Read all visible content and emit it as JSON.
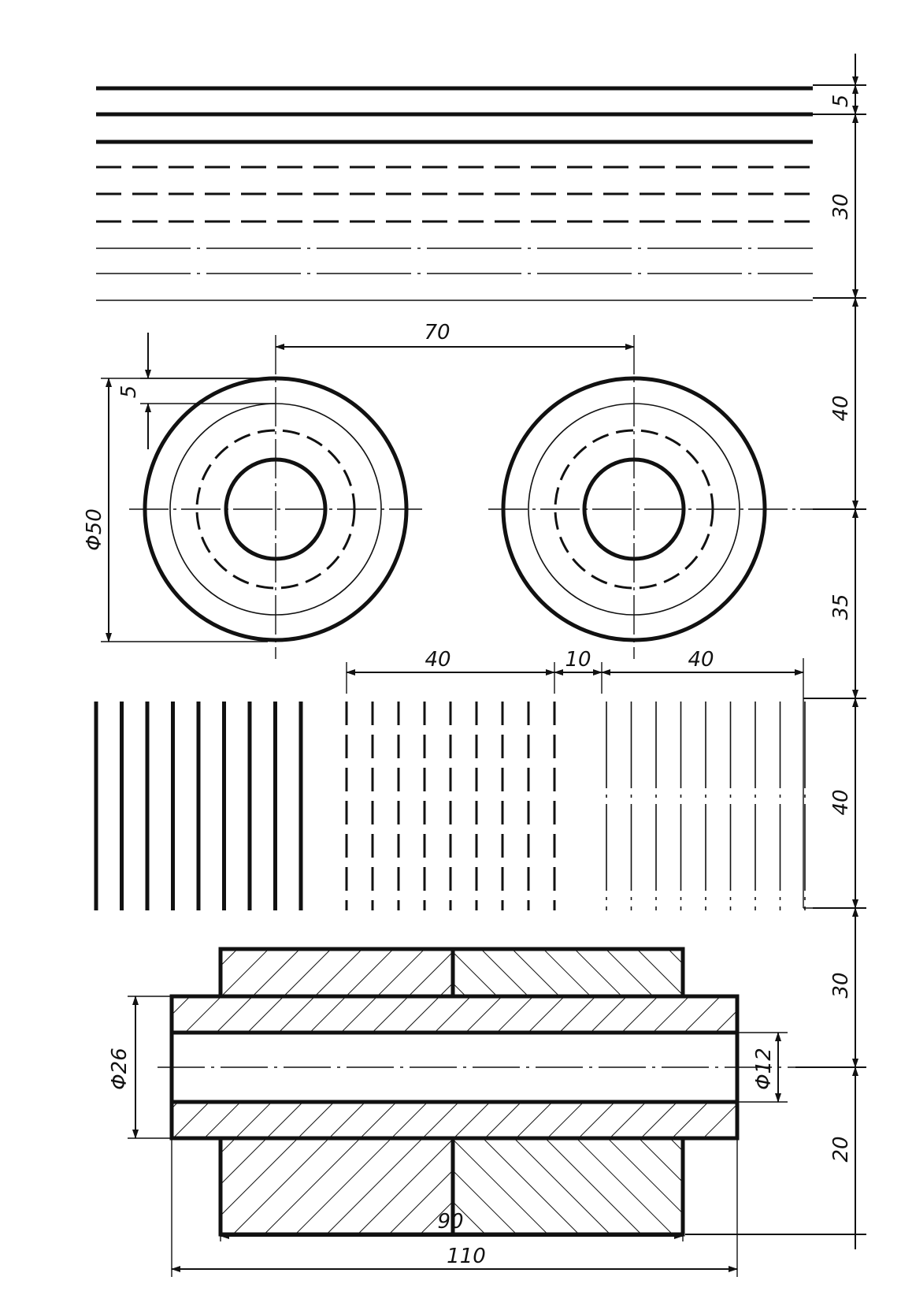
{
  "colors": {
    "ink": "#111111",
    "paper": "#ffffff"
  },
  "line_samples": {
    "rows": [
      {
        "style": "solid-thick"
      },
      {
        "style": "solid-thick"
      },
      {
        "style": "solid-thick"
      },
      {
        "style": "dashed"
      },
      {
        "style": "dashed"
      },
      {
        "style": "dashed"
      },
      {
        "style": "dash-dot-thin"
      },
      {
        "style": "dash-dot-thin"
      },
      {
        "style": "solid-thin"
      }
    ]
  },
  "dimensions": {
    "right_5": "5",
    "right_30": "30",
    "right_40_top": "40",
    "right_35": "35",
    "right_40_mid": "40",
    "right_30_bottom": "30",
    "right_20": "20",
    "circle_spacing": "70",
    "ring_gap": "5",
    "outer_diameter": "Φ50",
    "group_width_1": "40",
    "group_gap": "10",
    "group_width_2": "40",
    "bore_diameter": "Φ26",
    "hole_diameter": "Φ12",
    "hub_length": "90",
    "total_length": "110"
  }
}
